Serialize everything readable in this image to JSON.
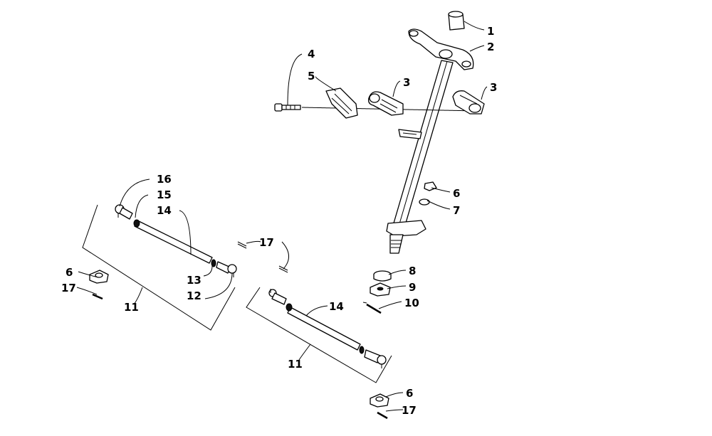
{
  "callouts": [
    {
      "id": "c1",
      "text": "1"
    },
    {
      "id": "c2",
      "text": "2"
    },
    {
      "id": "c3a",
      "text": "3"
    },
    {
      "id": "c3b",
      "text": "3"
    },
    {
      "id": "c4",
      "text": "4"
    },
    {
      "id": "c5",
      "text": "5"
    },
    {
      "id": "c6a",
      "text": "6"
    },
    {
      "id": "c6b",
      "text": "6"
    },
    {
      "id": "c6c",
      "text": "6"
    },
    {
      "id": "c7",
      "text": "7"
    },
    {
      "id": "c8",
      "text": "8"
    },
    {
      "id": "c9",
      "text": "9"
    },
    {
      "id": "c10",
      "text": "10"
    },
    {
      "id": "c11a",
      "text": "11"
    },
    {
      "id": "c11b",
      "text": "11"
    },
    {
      "id": "c12",
      "text": "12"
    },
    {
      "id": "c13",
      "text": "13"
    },
    {
      "id": "c14a",
      "text": "14"
    },
    {
      "id": "c14b",
      "text": "14"
    },
    {
      "id": "c15",
      "text": "15"
    },
    {
      "id": "c16",
      "text": "16"
    },
    {
      "id": "c17a",
      "text": "17"
    },
    {
      "id": "c17b",
      "text": "17"
    },
    {
      "id": "c17c",
      "text": "17"
    }
  ]
}
